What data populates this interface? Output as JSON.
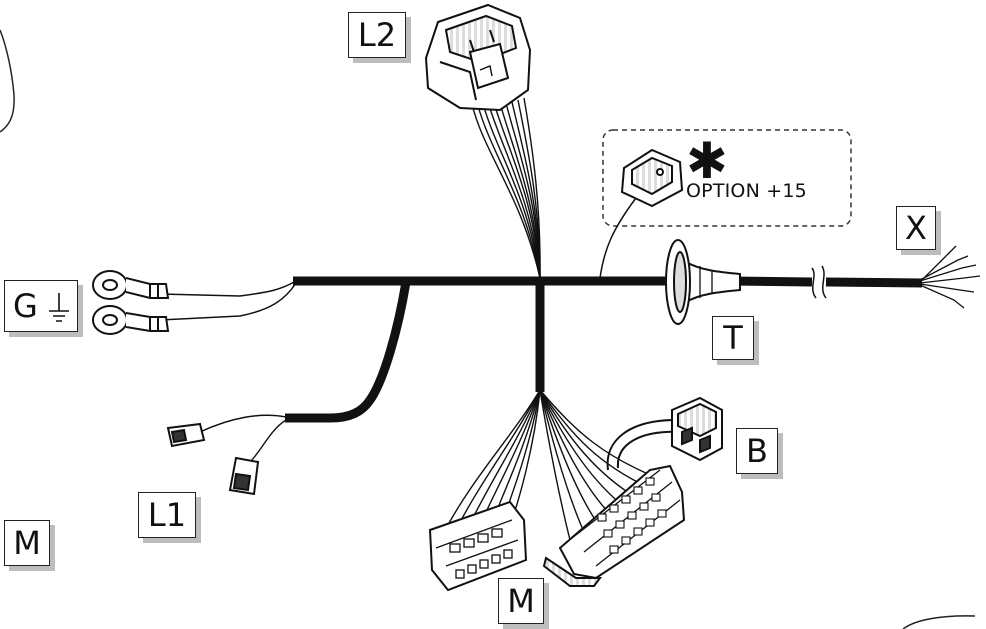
{
  "labels": {
    "l2": "L2",
    "g": "G",
    "l1": "L1",
    "m_left": "M",
    "m_bottom": "M",
    "t": "T",
    "x": "X",
    "b": "B"
  },
  "option": {
    "star": "✱",
    "text": "OPTION +15"
  },
  "icons": {
    "ground": "ground-icon"
  }
}
